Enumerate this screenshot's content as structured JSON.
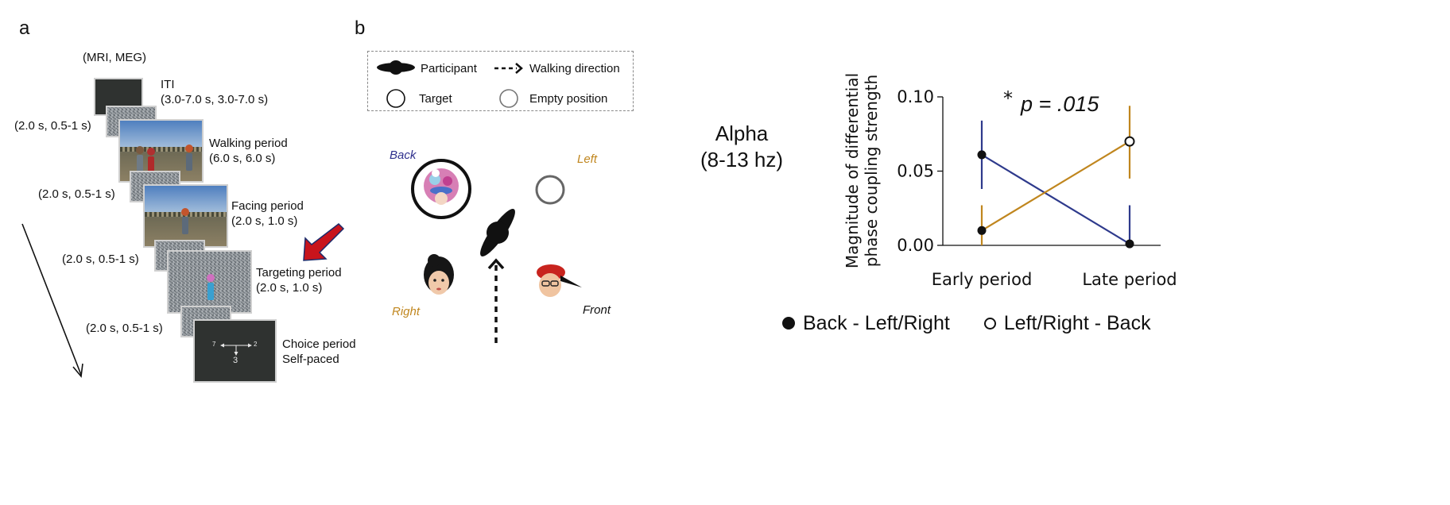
{
  "panel_a": {
    "letter": "a",
    "header": "(MRI, MEG)",
    "stages": [
      {
        "name": "ITI",
        "timing": "(3.0-7.0 s, 3.0-7.0 s)"
      },
      {
        "name": "Walking period",
        "timing": "(6.0 s, 6.0 s)"
      },
      {
        "name": "Facing period",
        "timing": "(2.0 s, 1.0 s)"
      },
      {
        "name": "Targeting period",
        "timing": "(2.0 s, 1.0 s)"
      },
      {
        "name": "Choice period",
        "timing": "Self-paced"
      }
    ],
    "blank_intervals": [
      "(2.0 s, 0.5-1 s)",
      "(2.0 s, 0.5-1 s)",
      "(2.0 s, 0.5-1 s)",
      "(2.0 s, 0.5-1 s)"
    ],
    "choice_screen": {
      "left": "7",
      "right": "2",
      "bottom": "3"
    }
  },
  "panel_b": {
    "letter": "b",
    "legend": {
      "participant": "Participant",
      "walking_direction": "Walking direction",
      "target": "Target",
      "empty_position": "Empty position"
    },
    "positions": {
      "back": "Back",
      "left": "Left",
      "right": "Right",
      "front": "Front"
    },
    "colors": {
      "back": "#2e2f8c",
      "left": "#c0861e",
      "right": "#c0861e",
      "front": "#111111"
    }
  },
  "panel_c": {
    "band_label_line1": "Alpha",
    "band_label_line2": "(8-13 hz)",
    "significance": "p = .015",
    "significance_star": "*",
    "chart_data": {
      "type": "line",
      "categories": [
        "Early period",
        "Late period"
      ],
      "ylabel_line1": "Magnitude of differential",
      "ylabel_line2": "phase coupling strength",
      "yticks": [
        "0.00",
        "0.05",
        "0.10"
      ],
      "ylim": [
        0,
        0.1
      ],
      "series": [
        {
          "name": "Back - Left/Right",
          "color": "#2e3a8c",
          "marker": "filled",
          "values": [
            0.061,
            0.001
          ],
          "err_low": [
            0.038,
            0.0
          ],
          "err_high": [
            0.084,
            0.027
          ]
        },
        {
          "name": "Left/Right - Back",
          "color": "#c0861e",
          "marker": "open",
          "values": [
            0.01,
            0.07
          ],
          "err_low": [
            0.0,
            0.045
          ],
          "err_high": [
            0.027,
            0.094
          ]
        }
      ]
    },
    "legend_labels": [
      "Back - Left/Right",
      "Left/Right - Back"
    ]
  }
}
